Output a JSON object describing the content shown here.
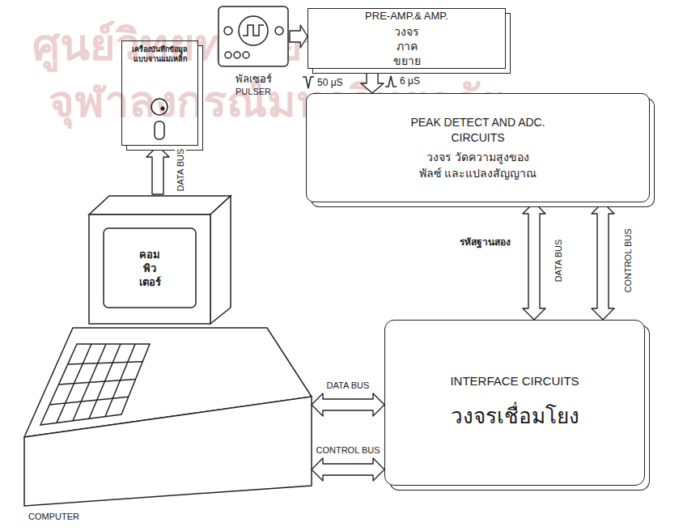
{
  "diagram": {
    "nodes": [
      {
        "text": [
          "เครื่องบันทึกข้อมูล แบบจานแม่เหล็ก"
        ]
      },
      {
        "text": [
          "พัลเซอร์",
          "PULSER"
        ]
      },
      {
        "text": [
          "PRE-AMP.& AMP.",
          "วงจร ภาคขยาย"
        ]
      },
      {
        "text": [
          "PEAK DETECT AND ADC. CIRCUITS",
          "วงจร วัดความสูงของพัลซ์ และแปลงสัญญาณ"
        ]
      },
      {
        "text": [
          "INTERFACE CIRCUITS",
          "วงจรเชื่อมโยง"
        ]
      },
      {
        "text": [
          "คอม พิว เตอร์",
          "COMPUTER"
        ]
      }
    ],
    "edges": [
      {
        "from": 1,
        "to": 2,
        "arrow": "to",
        "label": "50 μS"
      },
      {
        "from": 2,
        "to": 3,
        "arrow": "to",
        "label": "6 μS"
      },
      {
        "from": 3,
        "to": 4,
        "arrow": "both",
        "label": "DATA BUS"
      },
      {
        "from": 3,
        "to": 4,
        "arrow": "both",
        "label": "CONTROL BUS"
      },
      {
        "from": 5,
        "to": 4,
        "arrow": "both",
        "label": "DATA BUS"
      },
      {
        "from": 5,
        "to": 4,
        "arrow": "both",
        "label": "CONTROL BUS"
      },
      {
        "from": 5,
        "to": 0,
        "arrow": "to",
        "label": "DATA BUS"
      }
    ],
    "labels": [
      "รหัสฐานสอง",
      "ศูนย์วิทยทรัพยากร",
      "จุฬาลงกรณ์มหาวิทยาลัย"
    ]
  }
}
